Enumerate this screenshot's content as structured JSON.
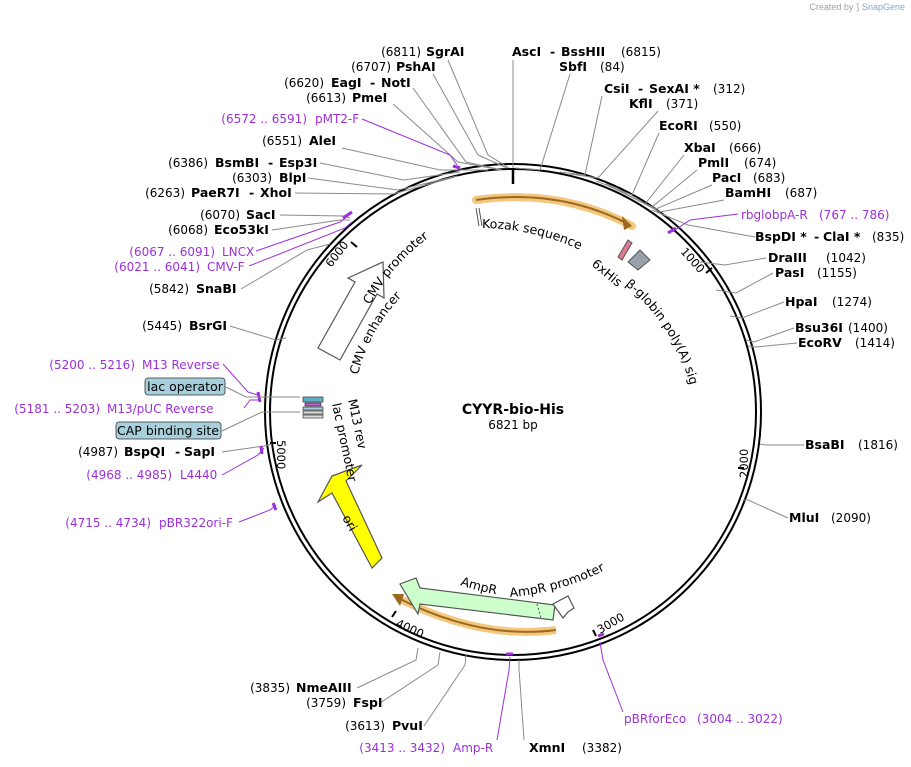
{
  "credit": {
    "created_by": "Created by",
    "brand": "SnapGene"
  },
  "plasmid": {
    "name": "CYYR-bio-His",
    "length": "6821 bp"
  },
  "ticks": [
    "1000",
    "2000",
    "3000",
    "4000",
    "5000",
    "6000"
  ],
  "enzymes": {
    "sgrai": {
      "name": "SgrAI",
      "pos": "(6811)"
    },
    "ascI": {
      "name": "AscI",
      "sep": "-",
      "name2": "BssHII",
      "pos": "(6815)"
    },
    "pshai": {
      "name": "PshAI",
      "pos": "(6707)"
    },
    "sbfi": {
      "name": "SbfI",
      "pos": "(84)"
    },
    "eagi": {
      "name": "EagI",
      "sep": "-",
      "name2": "NotI",
      "pos": "(6620)"
    },
    "pmei": {
      "name": "PmeI",
      "pos": "(6613)"
    },
    "csii": {
      "name": "CsiI",
      "sep": "-",
      "name2": "SexAI *",
      "pos": "(312)"
    },
    "kfli": {
      "name": "KflI",
      "pos": "(371)"
    },
    "alei": {
      "name": "AleI",
      "pos": "(6551)"
    },
    "ecori": {
      "name": "EcoRI",
      "pos": "(550)"
    },
    "bsmbi": {
      "name": "BsmBI",
      "sep": "-",
      "name2": "Esp3I",
      "pos": "(6386)"
    },
    "xbai": {
      "name": "XbaI",
      "pos": "(666)"
    },
    "blpi": {
      "name": "BlpI",
      "pos": "(6303)"
    },
    "pmli": {
      "name": "PmlI",
      "pos": "(674)"
    },
    "paer7i": {
      "name": "PaeR7I",
      "sep": "-",
      "name2": "XhoI",
      "pos": "(6263)"
    },
    "paci": {
      "name": "PacI",
      "pos": "(683)"
    },
    "bamhi": {
      "name": "BamHI",
      "pos": "(687)"
    },
    "saci": {
      "name": "SacI",
      "pos": "(6070)"
    },
    "eco53ki": {
      "name": "Eco53kI",
      "pos": "(6068)"
    },
    "bspdi": {
      "name": "BspDI *",
      "sep": "-",
      "name2": "ClaI *",
      "pos": "(835)"
    },
    "draiii": {
      "name": "DraIII",
      "pos": "(1042)"
    },
    "pasi": {
      "name": "PasI",
      "pos": "(1155)"
    },
    "snabi": {
      "name": "SnaBI",
      "pos": "(5842)"
    },
    "hpai": {
      "name": "HpaI",
      "pos": "(1274)"
    },
    "bsrgi": {
      "name": "BsrGI",
      "pos": "(5445)"
    },
    "bsu36i": {
      "name": "Bsu36I",
      "pos": "(1400)"
    },
    "ecorv": {
      "name": "EcoRV",
      "pos": "(1414)"
    },
    "bsabi": {
      "name": "BsaBI",
      "pos": "(1816)"
    },
    "bspqi": {
      "name": "BspQI",
      "sep": "-",
      "name2": "SapI",
      "pos": "(4987)"
    },
    "mlui": {
      "name": "MluI",
      "pos": "(2090)"
    },
    "nmeaiii": {
      "name": "NmeAIII",
      "pos": "(3835)"
    },
    "fspi": {
      "name": "FspI",
      "pos": "(3759)"
    },
    "pvui": {
      "name": "PvuI",
      "pos": "(3613)"
    },
    "xmni": {
      "name": "XmnI",
      "pos": "(3382)"
    }
  },
  "primers": {
    "pmt2f": {
      "range": "(6572 .. 6591)",
      "name": "pMT2-F"
    },
    "rbglobpar": {
      "name": "rbglobpA-R",
      "range": "(767 .. 786)"
    },
    "lncx": {
      "range": "(6067 .. 6091)",
      "name": "LNCX"
    },
    "cmvf": {
      "range": "(6021 .. 6041)",
      "name": "CMV-F"
    },
    "m13rev": {
      "range": "(5200 .. 5216)",
      "name": "M13 Reverse"
    },
    "m13puc": {
      "range": "(5181 .. 5203)",
      "name": "M13/pUC Reverse"
    },
    "l4440": {
      "range": "(4968 .. 4985)",
      "name": "L4440"
    },
    "pbr322": {
      "range": "(4715 .. 4734)",
      "name": "pBR322ori-F"
    },
    "pbrforeco": {
      "name": "pBRforEco",
      "range": "(3004 .. 3022)"
    },
    "ampr": {
      "range": "(3413 .. 3432)",
      "name": "Amp-R"
    }
  },
  "boxed_features": {
    "lac_operator": "lac operator",
    "cap_binding_site": "CAP binding site"
  },
  "features": {
    "kozak": "Kozak sequence",
    "sixhis": "6xHis",
    "bglobin": "β-globin poly(A) signal",
    "cmv_promoter": "CMV promoter",
    "cmv_enhancer": "CMV enhancer",
    "m13rev": "M13 rev",
    "lac_promoter": "lac promoter",
    "ori": "ori",
    "ampr": "AmpR",
    "ampr_promoter": "AmpR promoter"
  },
  "colors": {
    "orf_highlight": "#f5c77e",
    "orf_arrow": "#9a6a1f",
    "ori": "#ffff00",
    "ampr": "#ccffcc",
    "primer": "#9b30d9",
    "box_fill": "#a7cfdc",
    "backbone": "#000000"
  }
}
